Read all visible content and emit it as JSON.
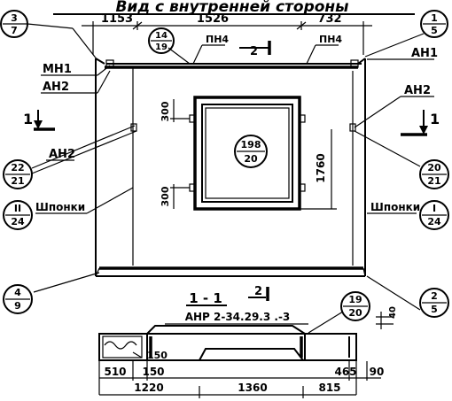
{
  "title": "Вид с внутренней стороны",
  "dims_top": [
    "1153",
    "1526",
    "732"
  ],
  "labels": {
    "mn1": "МН1",
    "an2_left_top": "АН2",
    "an2_left_mid": "АН2",
    "an1_right": "АН1",
    "an2_right": "АН2",
    "pn4_left": "ПН4",
    "pn4_right": "ПН4",
    "shponki_left": "Шпонки",
    "shponki_right": "Шпонки",
    "section_mark_left": "1",
    "section_mark_right": "1",
    "section_mark_top": "2",
    "section_mark_bottom": "2"
  },
  "callouts": [
    {
      "id": "c3_7",
      "top": "3",
      "bottom": "7"
    },
    {
      "id": "c14_19",
      "top": "14",
      "bottom": "19"
    },
    {
      "id": "c1_5",
      "top": "1",
      "bottom": "5"
    },
    {
      "id": "c22_21",
      "top": "22",
      "bottom": "21"
    },
    {
      "id": "c198_20",
      "top": "198",
      "bottom": "20"
    },
    {
      "id": "c20_21",
      "top": "20",
      "bottom": "21"
    },
    {
      "id": "cII_24",
      "top": "II",
      "bottom": "24"
    },
    {
      "id": "cI_24",
      "top": "I",
      "bottom": "24"
    },
    {
      "id": "c4_9",
      "top": "4",
      "bottom": "9"
    },
    {
      "id": "c2_5",
      "top": "2",
      "bottom": "5"
    },
    {
      "id": "c19_20",
      "top": "19",
      "bottom": "20"
    }
  ],
  "window_dims": {
    "top": "300",
    "bottom": "300",
    "right": "1760"
  },
  "section": {
    "title": "1 - 1",
    "name": "АНР 2-34.29.3 .-3",
    "dims_top": [
      "150",
      "40"
    ],
    "dims_bottom_row1": [
      "510",
      "150",
      "465",
      "90"
    ],
    "dims_bottom_row2": [
      "1220",
      "1360",
      "815"
    ]
  }
}
